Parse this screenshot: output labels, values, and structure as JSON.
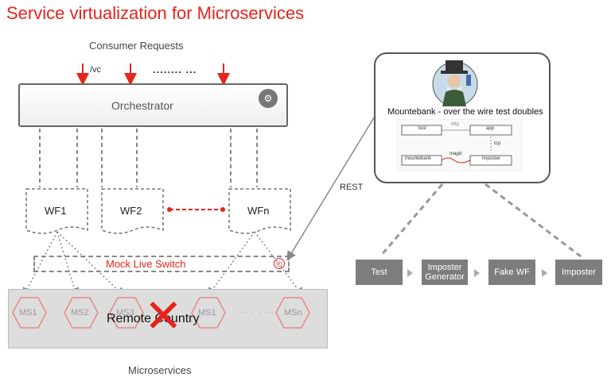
{
  "title": "Service virtualization for Microservices",
  "consumer_requests": "Consumer Requests",
  "request_path": "/vc",
  "ellipsis": "........ ...",
  "orchestrator": "Orchestrator",
  "workflows": [
    "WF1",
    "WF2",
    "WFn"
  ],
  "mock_switch": "Mock Live Switch",
  "microservices": {
    "items": [
      "MS1",
      "MS2",
      "MS3",
      "MS1",
      "MSn"
    ],
    "ellipsis": ". . . . . .",
    "band_label": "Remote Country",
    "caption": "Microservices"
  },
  "rest_label": "REST",
  "mountebank": {
    "caption": "Mountebank - over the wire test doubles",
    "mini_labels": {
      "test": "test",
      "http": "http",
      "app": "app",
      "tcp": "tcp",
      "mountebank": "mountebank",
      "magic": "magic",
      "imposter": "imposter"
    }
  },
  "flow": [
    "Test",
    "Imposter Generator",
    "Fake WF",
    "Imposter"
  ],
  "colors": {
    "accent": "#e8231b",
    "flow_box": "#7d7d7d",
    "band": "#dddddd"
  }
}
